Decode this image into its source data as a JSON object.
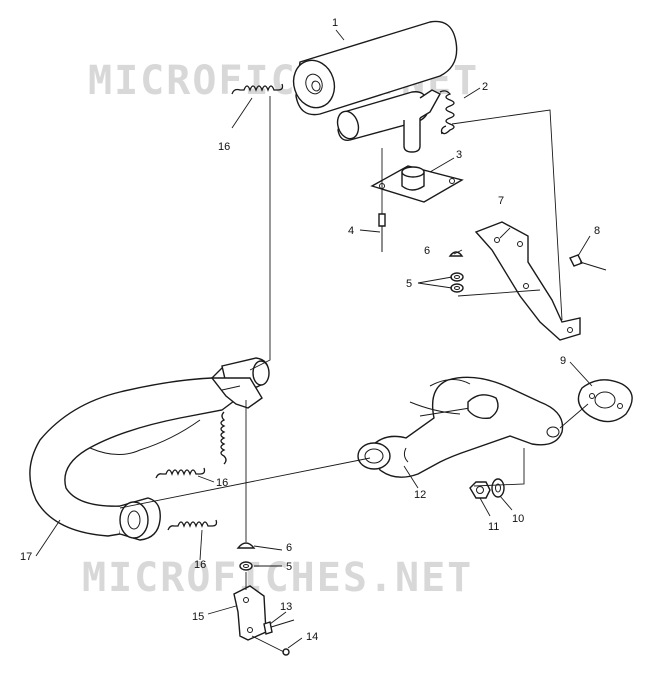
{
  "watermark": {
    "text": "MICROFICHES.NET"
  },
  "callouts": [
    {
      "id": "c1",
      "label": "1"
    },
    {
      "id": "c2",
      "label": "2"
    },
    {
      "id": "c3",
      "label": "3"
    },
    {
      "id": "c4",
      "label": "4"
    },
    {
      "id": "c5a",
      "label": "5"
    },
    {
      "id": "c5b",
      "label": "5"
    },
    {
      "id": "c6a",
      "label": "6"
    },
    {
      "id": "c6b",
      "label": "6"
    },
    {
      "id": "c7",
      "label": "7"
    },
    {
      "id": "c8",
      "label": "8"
    },
    {
      "id": "c9",
      "label": "9"
    },
    {
      "id": "c10",
      "label": "10"
    },
    {
      "id": "c11",
      "label": "11"
    },
    {
      "id": "c12",
      "label": "12"
    },
    {
      "id": "c13",
      "label": "13"
    },
    {
      "id": "c14",
      "label": "14"
    },
    {
      "id": "c15",
      "label": "15"
    },
    {
      "id": "c16a",
      "label": "16"
    },
    {
      "id": "c16b",
      "label": "16"
    },
    {
      "id": "c16c",
      "label": "16"
    },
    {
      "id": "c17",
      "label": "17"
    }
  ]
}
